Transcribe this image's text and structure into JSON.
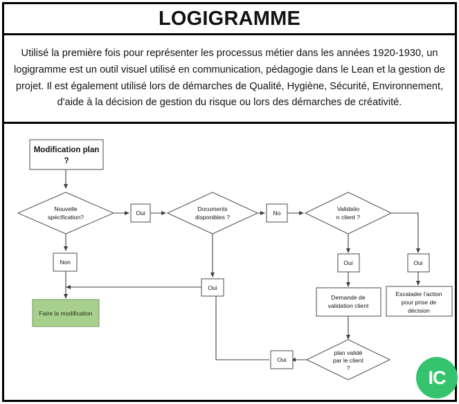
{
  "document": {
    "title": "LOGIGRAMME",
    "intro": "Utilisé la première fois pour représenter les processus métier dans les années 1920-1930, un logigramme est un outil visuel utilisé en communication, pédagogie dans le Lean et la gestion de projet. Il est également utilisé lors de démarches de Qualité, Hygiène, Sécurité, Environnement, d'aide à la décision de gestion du risque ou lors des démarches de créativité."
  },
  "colors": {
    "frame": "#000000",
    "node_stroke": "#595959",
    "connector": "#404040",
    "process_green_fill": "#a8d08d",
    "process_green_stroke": "#7f9f66",
    "logo_green": "#35c46d",
    "logo_text": "#ffffff"
  },
  "flowchart": {
    "nodes": {
      "start": {
        "shape": "process",
        "line1": "Modification plan",
        "line2": "?"
      },
      "decision_spec": {
        "shape": "decision",
        "line1": "Nouvelle",
        "line2": "spécification?"
      },
      "oui_spec": {
        "shape": "label",
        "text": "Oui"
      },
      "non_spec": {
        "shape": "label",
        "text": "Non"
      },
      "decision_docs": {
        "shape": "decision",
        "line1": "Documents",
        "line2": "disponibles ?"
      },
      "oui_docs": {
        "shape": "label",
        "text": "Oui"
      },
      "no_docs": {
        "shape": "label",
        "text": "No"
      },
      "decision_validation": {
        "shape": "decision",
        "line1": "Validatio",
        "line2": "n client ?"
      },
      "oui_validation_left": {
        "shape": "label",
        "text": "Oui"
      },
      "oui_validation_right": {
        "shape": "label",
        "text": "Oui"
      },
      "demande_validation": {
        "shape": "process",
        "line1": "Demande de",
        "line2": "validation client"
      },
      "escalader": {
        "shape": "process",
        "line1": "Escalader l'action",
        "line2": "pour prise de",
        "line3": "décision"
      },
      "decision_plan_valide": {
        "shape": "decision",
        "line1": "plan validé",
        "line2": "par le client",
        "line3": "?"
      },
      "oui_plan_valide": {
        "shape": "label",
        "text": "Oui"
      },
      "faire_modification": {
        "shape": "process-green",
        "text": "Faire la modification"
      }
    }
  },
  "logo": {
    "text": "IC"
  }
}
